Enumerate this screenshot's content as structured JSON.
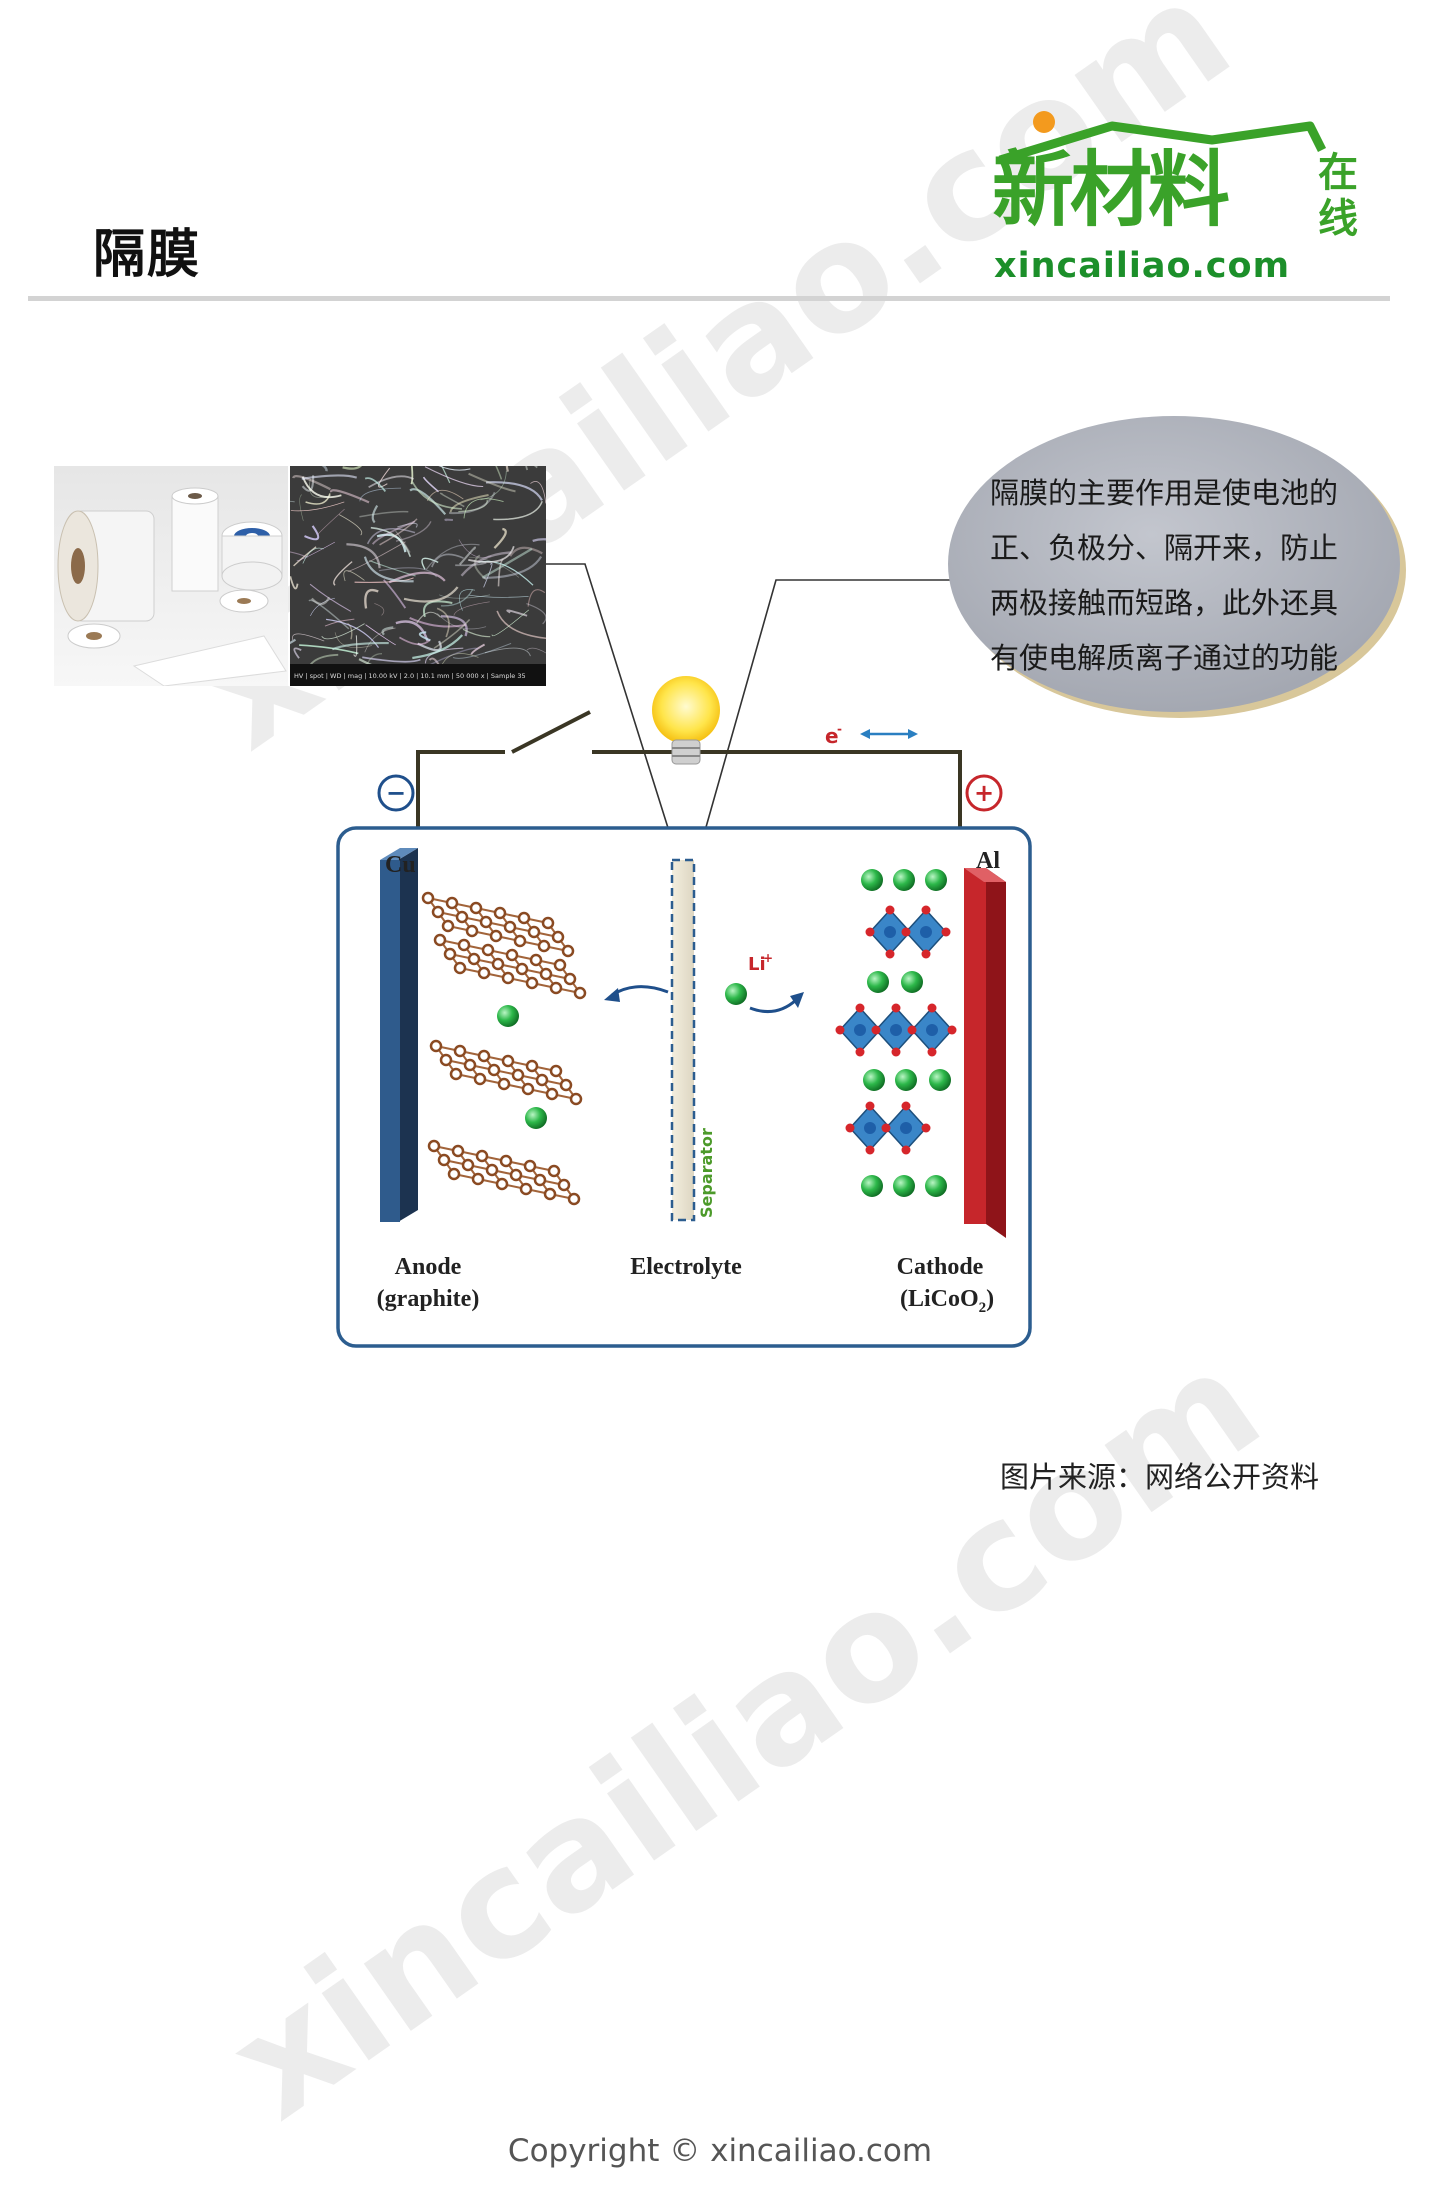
{
  "header": {
    "title": "隔膜",
    "logo": {
      "main": "新材料",
      "side": "在线",
      "domain": "xincailiao.com"
    }
  },
  "callout": {
    "lines": [
      "隔膜的主要作用是使电池的",
      "正、负极分、隔开来，防止",
      "两极接触而短路，此外还具",
      "有使电解质离子通过的功能"
    ]
  },
  "photos": {
    "sem_scale": "HV | spot | WD | mag | 10.00 kV | 2.0 | 10.1 mm | 50 000 x | Sample 35"
  },
  "diagram": {
    "anode_title": "Anode",
    "anode_sub": "(graphite)",
    "electrolyte": "Electrolyte",
    "cathode_title": "Cathode",
    "cathode_sub": "(LiCoO",
    "cathode_sub_sub": "2",
    "cathode_sub_end": ")",
    "cu": "Cu",
    "al": "Al",
    "separator": "Separator",
    "li": "Li",
    "li_sup": "+",
    "e": "e",
    "e_sup": "-",
    "minus": "−",
    "plus": "+"
  },
  "caption": "图片来源：网络公开资料",
  "watermark": "xincailiao.com",
  "copyright": "Copyright © xincailiao.com",
  "colors": {
    "brand_green": "#3aa229",
    "logo_dot": "#f39a1e",
    "anode": "#2e4f78",
    "cathode": "#c6262b",
    "ion": "#2db84a"
  }
}
